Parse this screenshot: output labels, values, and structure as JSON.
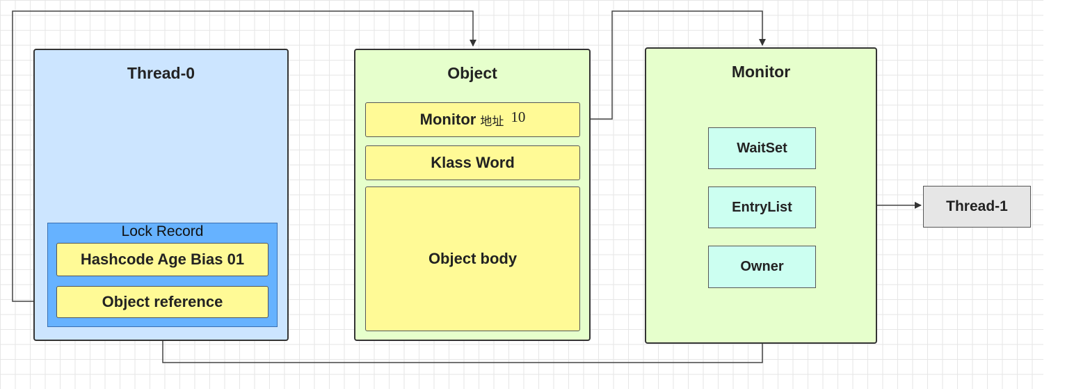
{
  "thread0": {
    "title": "Thread-0",
    "lock_record": {
      "title": "Lock Record",
      "fields": [
        "Hashcode Age Bias 01",
        "Object reference"
      ]
    }
  },
  "object": {
    "title": "Object",
    "monitor_field": {
      "label": "Monitor",
      "label_cjk": "地址",
      "value": "10"
    },
    "klass_word": "Klass Word",
    "body": "Object body"
  },
  "monitor": {
    "title": "Monitor",
    "wait_set": "WaitSet",
    "entry_list": "EntryList",
    "owner": "Owner"
  },
  "thread1": {
    "title": "Thread-1"
  },
  "colors": {
    "thread_box": "#cce5ff",
    "lock_record": "#66b2ff",
    "field": "#fffa96",
    "object_box": "#e6ffcc",
    "monitor_box": "#e6ffcc",
    "monitor_item": "#ccfff1",
    "thread1_box": "#e6e6e6"
  }
}
